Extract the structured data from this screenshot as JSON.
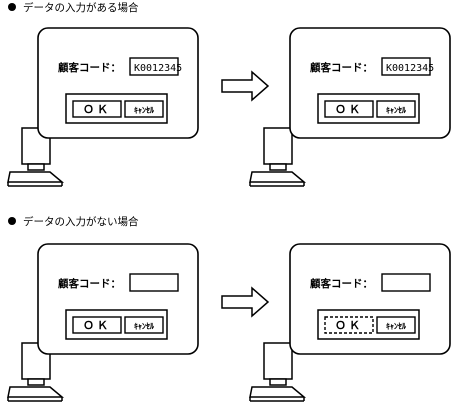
{
  "sections": [
    {
      "heading": "データの入力がある場合",
      "before": {
        "label": "顧客コード：",
        "value": "K0012345",
        "ok": "ＯＫ",
        "cancel": "ｷｬﾝｾﾙ",
        "ok_focused": false
      },
      "after": {
        "label": "顧客コード：",
        "value": "K0012345",
        "ok": "ＯＫ",
        "cancel": "ｷｬﾝｾﾙ",
        "ok_focused": false
      }
    },
    {
      "heading": "データの入力がない場合",
      "before": {
        "label": "顧客コード：",
        "value": "",
        "ok": "ＯＫ",
        "cancel": "ｷｬﾝｾﾙ",
        "ok_focused": false
      },
      "after": {
        "label": "顧客コード：",
        "value": "",
        "ok": "ＯＫ",
        "cancel": "ｷｬﾝｾﾙ",
        "ok_focused": true
      }
    }
  ],
  "arrow_icon": "right-arrow-icon",
  "computer_icon": "computer-icon"
}
